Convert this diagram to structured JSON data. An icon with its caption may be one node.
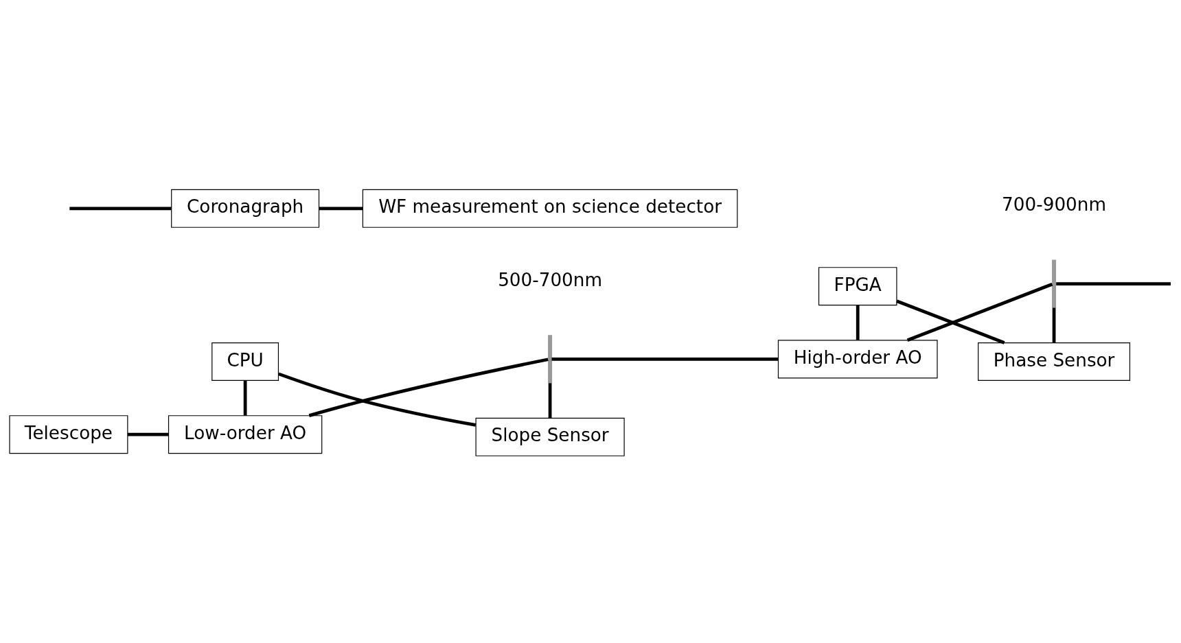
{
  "diagram": {
    "nodes": [
      {
        "text": [
          "CPU"
        ]
      },
      {
        "text": [
          "Slope Sensor"
        ]
      },
      {
        "text": [
          "FPGA"
        ]
      },
      {
        "text": [
          "Phase Sensor"
        ]
      },
      {
        "text": [
          "Telescope"
        ]
      },
      {
        "text": [
          "Low-order AO"
        ]
      },
      {
        "text": [],
        "shape": "mirror"
      },
      {
        "text": [
          "High-order AO"
        ]
      },
      {
        "text": [],
        "shape": "mirror"
      },
      {
        "text": [
          "Coronagraph"
        ]
      },
      {
        "text": [
          "WF measurement on science detector"
        ]
      }
    ],
    "edges": [
      {
        "from": 4,
        "to": 5,
        "arrow": "none"
      },
      {
        "from": 0,
        "to": 5,
        "arrow": "none"
      },
      {
        "from": 0,
        "to": 1,
        "arrow": "none"
      },
      {
        "from": 5,
        "to": 6,
        "arrow": "none"
      },
      {
        "from": 6,
        "to": 1,
        "arrow": "none"
      },
      {
        "from": 6,
        "to": 7,
        "arrow": "none"
      },
      {
        "from": 2,
        "to": 7,
        "arrow": "none"
      },
      {
        "from": 2,
        "to": 3,
        "arrow": "none"
      },
      {
        "from": 7,
        "to": 8,
        "arrow": "none"
      },
      {
        "from": 8,
        "to": 3,
        "arrow": "none"
      },
      {
        "from": 8,
        "to": null,
        "arrow": "none"
      },
      {
        "from": null,
        "to": 9,
        "arrow": "none"
      },
      {
        "from": 9,
        "to": 10,
        "arrow": "none"
      }
    ],
    "labels": [
      "500-700nm",
      "700-900nm"
    ]
  }
}
